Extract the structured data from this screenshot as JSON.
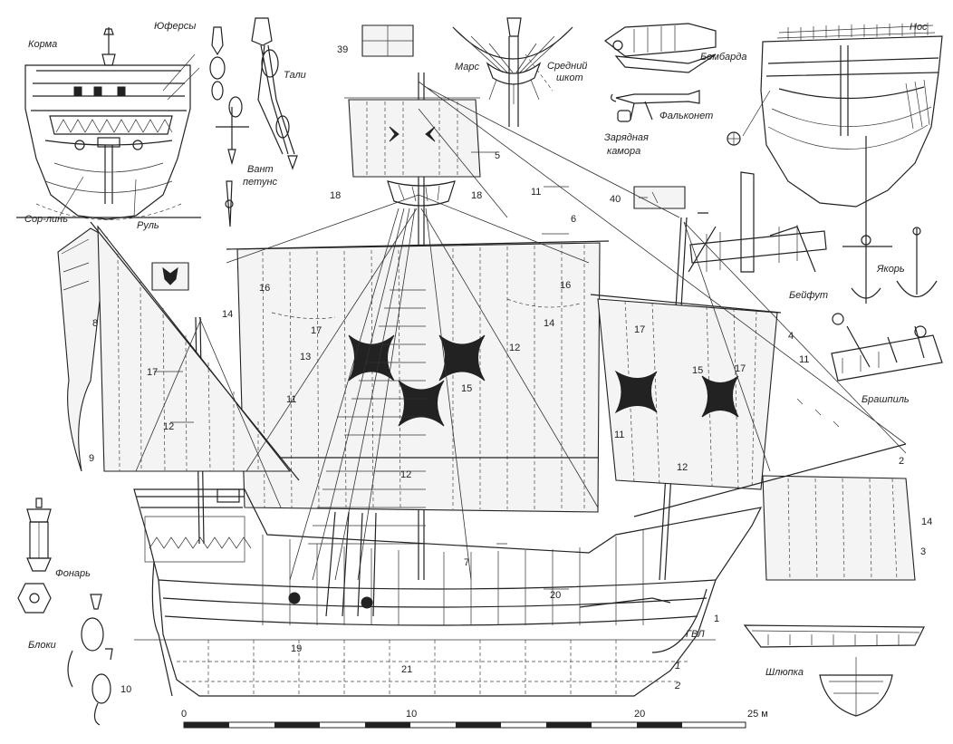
{
  "labels": {
    "korma": "Корма",
    "yufersy": "Юферсы",
    "tali": "Тали",
    "vant_petuns_1": "Вант",
    "vant_petuns_2": "петунс",
    "sor_lin": "Сор-линь",
    "rul": "Руль",
    "mars": "Марс",
    "sredniy_1": "Средний",
    "sredniy_2": "шкот",
    "bombarda": "Бомбарда",
    "falkonet": "Фальконет",
    "zaryad_1": "Зарядная",
    "zaryad_2": "камора",
    "nos": "Нос",
    "beyfut": "Бейфут",
    "yakor": "Якорь",
    "brashpil": "Брашпиль",
    "fonar": "Фонарь",
    "bloki": "Блоки",
    "shlyupka": "Шлюпка",
    "gvl": "ГВЛ"
  },
  "numbers": {
    "n1": "1",
    "n2": "2",
    "n3": "3",
    "n4": "4",
    "n5": "5",
    "n6": "6",
    "n7": "7",
    "n8": "8",
    "n9": "9",
    "n10": "10",
    "n11": "11",
    "n12": "12",
    "n13": "13",
    "n14": "14",
    "n15": "15",
    "n16": "16",
    "n17": "17",
    "n18": "18",
    "n19": "19",
    "n20": "20",
    "n21": "21",
    "n39": "39",
    "n40": "40",
    "w1": "1",
    "w2": "2"
  },
  "scale": {
    "ticks": [
      "0",
      "10",
      "20",
      "25 м"
    ]
  }
}
